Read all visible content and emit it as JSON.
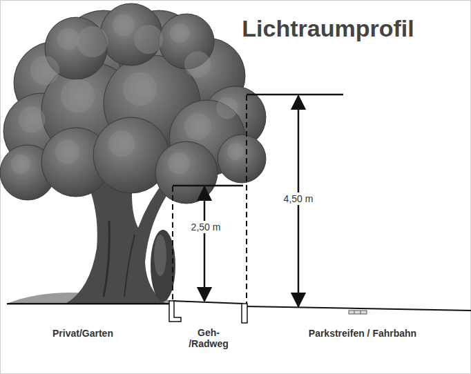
{
  "diagram": {
    "title": "Lichtraumprofil",
    "labels": [
      "4,50 m",
      "2,50 m",
      "Privat/Garten",
      "Geh- /Radweg",
      "Parkstreifen / Fahrbahn"
    ]
  }
}
